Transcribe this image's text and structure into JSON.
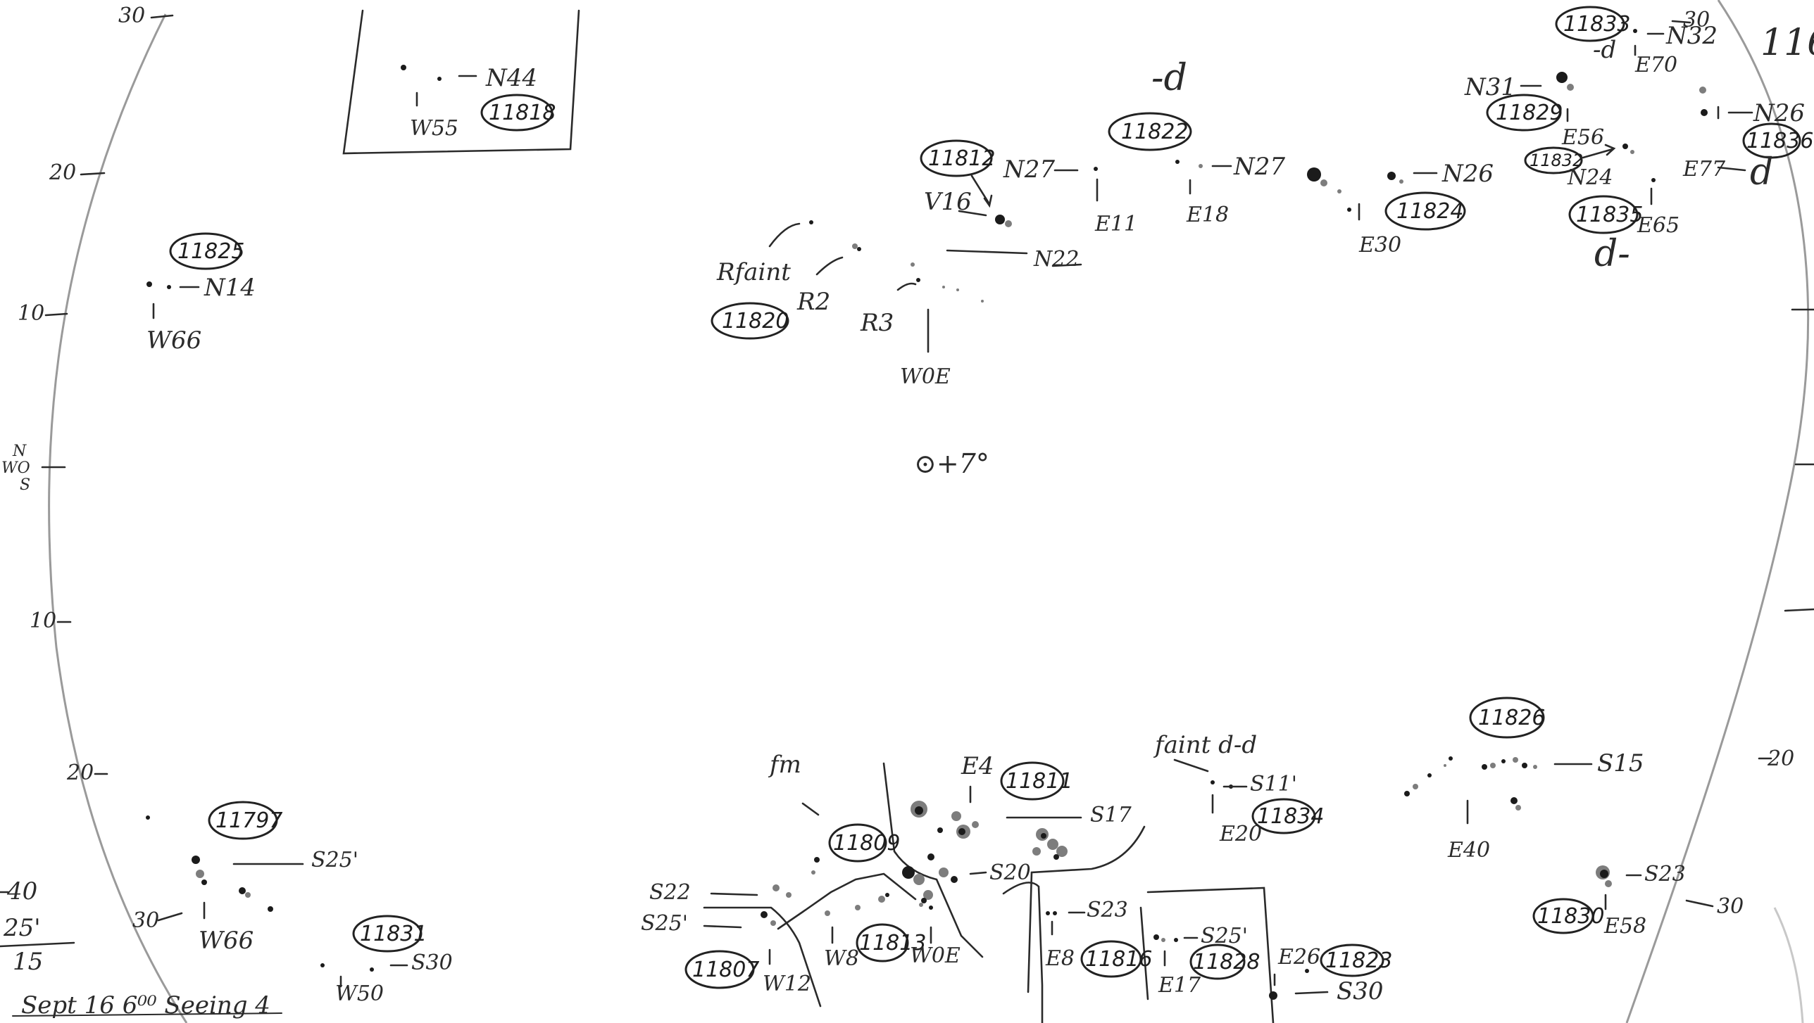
{
  "sheet": {
    "center_label": "⊙+7°",
    "footer_note": "Sept 16 6⁰⁰ Seeing 4",
    "margin_notes": [
      "40",
      "25'",
      "15"
    ],
    "corner_fragment": "116",
    "grid_marks": {
      "left": [
        "30",
        "20",
        "10",
        "N",
        "WO",
        "S",
        "10",
        "20",
        "30"
      ],
      "right": [
        "30",
        "20",
        "30"
      ]
    }
  },
  "regions": [
    {
      "number": "11818",
      "position": "N44",
      "offset": "W55",
      "note": ""
    },
    {
      "number": "11825",
      "position": "N14",
      "offset": "W66",
      "note": ""
    },
    {
      "number": "11812",
      "position": "N27",
      "offset": "V16",
      "note": ""
    },
    {
      "number": "11820",
      "position": "N22",
      "offset": "W0E",
      "note": "Rfaint"
    },
    {
      "number": "11822",
      "position": "N27",
      "offset": "E11",
      "note": "-d"
    },
    {
      "number": "11824",
      "position": "N26",
      "offset": "E30",
      "note": ""
    },
    {
      "number": "11829",
      "position": "N31",
      "offset": "E56",
      "note": ""
    },
    {
      "number": "11833",
      "position": "N32",
      "offset": "E70",
      "note": "-d"
    },
    {
      "number": "11832",
      "position": "N24",
      "offset": "",
      "note": ""
    },
    {
      "number": "11835",
      "position": "",
      "offset": "E65",
      "note": "d-"
    },
    {
      "number": "11836",
      "position": "N26",
      "offset": "E77",
      "note": "d"
    },
    {
      "number": "11797",
      "position": "S25'",
      "offset": "W66",
      "note": ""
    },
    {
      "number": "11831",
      "position": "S30",
      "offset": "W50",
      "note": ""
    },
    {
      "number": "11807",
      "position": "S22",
      "offset": "W12",
      "note": "S25'"
    },
    {
      "number": "11809",
      "position": "S20",
      "offset": "",
      "note": "fm"
    },
    {
      "number": "11813",
      "position": "",
      "offset": "W0E",
      "note": "W8"
    },
    {
      "number": "11811",
      "position": "S17",
      "offset": "E4",
      "note": ""
    },
    {
      "number": "11816",
      "position": "S23",
      "offset": "E8",
      "note": ""
    },
    {
      "number": "11828",
      "position": "S25'",
      "offset": "E17",
      "note": ""
    },
    {
      "number": "11823",
      "position": "S30",
      "offset": "E26",
      "note": ""
    },
    {
      "number": "11834",
      "position": "S11'",
      "offset": "E20",
      "note": "faint  d-d"
    },
    {
      "number": "11826",
      "position": "S15",
      "offset": "E40",
      "note": ""
    },
    {
      "number": "11830",
      "position": "S23",
      "offset": "E58",
      "note": ""
    }
  ],
  "labels": {
    "r2": "R2",
    "r3": "R3",
    "n27b": "N27",
    "e18": "E18",
    "e11": "E11"
  }
}
